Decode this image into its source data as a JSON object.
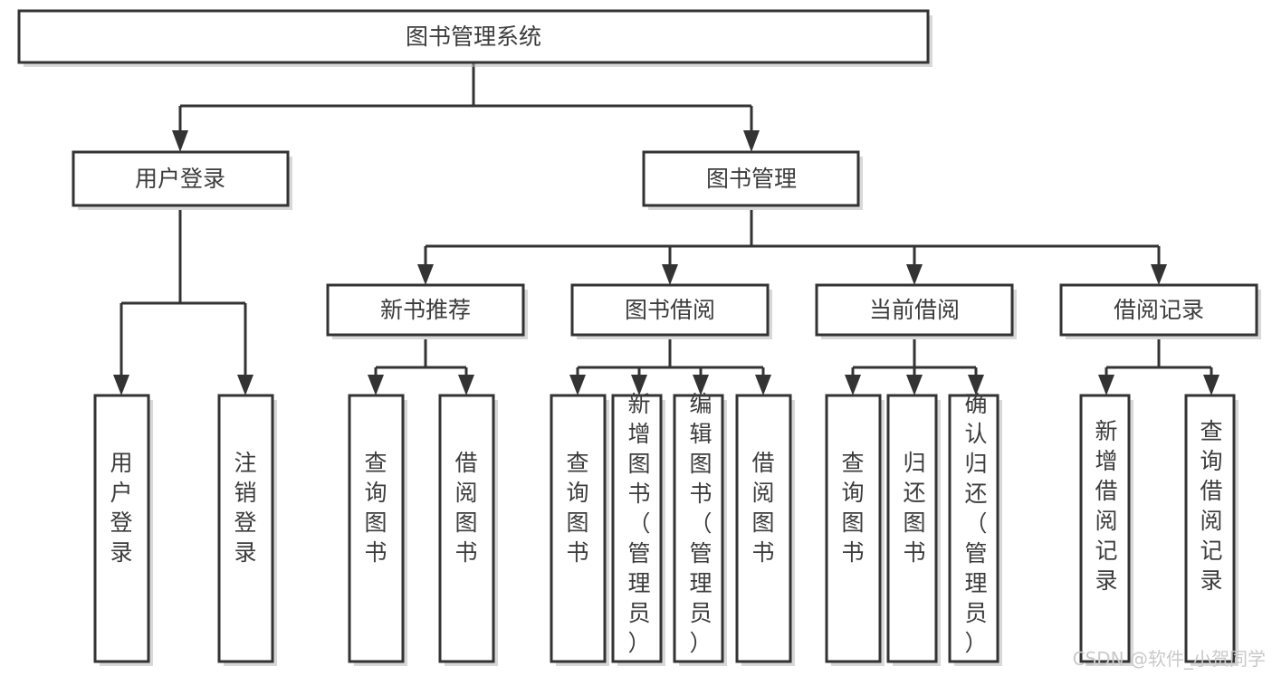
{
  "diagram": {
    "type": "tree-flowchart",
    "title_node": {
      "id": "root",
      "label": "图书管理系统"
    },
    "levels": [
      {
        "level": 1,
        "nodes": [
          {
            "id": "root",
            "label": "图书管理系统",
            "orientation": "horizontal"
          }
        ]
      },
      {
        "level": 2,
        "nodes": [
          {
            "id": "user-login",
            "label": "用户登录",
            "orientation": "horizontal",
            "parent": "root"
          },
          {
            "id": "book-manage",
            "label": "图书管理",
            "orientation": "horizontal",
            "parent": "root"
          }
        ]
      },
      {
        "level": 3,
        "nodes": [
          {
            "id": "new-book-rec",
            "label": "新书推荐",
            "orientation": "horizontal",
            "parent": "book-manage"
          },
          {
            "id": "book-borrow",
            "label": "图书借阅",
            "orientation": "horizontal",
            "parent": "book-manage"
          },
          {
            "id": "current-borrow",
            "label": "当前借阅",
            "orientation": "horizontal",
            "parent": "book-manage"
          },
          {
            "id": "borrow-record",
            "label": "借阅记录",
            "orientation": "horizontal",
            "parent": "book-manage"
          }
        ]
      },
      {
        "level": 4,
        "nodes": [
          {
            "id": "leaf-user-login",
            "label": "用户登录",
            "orientation": "vertical",
            "parent": "user-login"
          },
          {
            "id": "leaf-user-logout",
            "label": "注销登录",
            "orientation": "vertical",
            "parent": "user-login"
          },
          {
            "id": "leaf-query-book-1",
            "label": "查询图书",
            "orientation": "vertical",
            "parent": "new-book-rec"
          },
          {
            "id": "leaf-borrow-book-1",
            "label": "借阅图书",
            "orientation": "vertical",
            "parent": "new-book-rec"
          },
          {
            "id": "leaf-query-book-2",
            "label": "查询图书",
            "orientation": "vertical",
            "parent": "book-borrow"
          },
          {
            "id": "leaf-add-book",
            "label": "新增图书（管理员）",
            "orientation": "vertical",
            "parent": "book-borrow"
          },
          {
            "id": "leaf-edit-book",
            "label": "编辑图书（管理员）",
            "orientation": "vertical",
            "parent": "book-borrow"
          },
          {
            "id": "leaf-borrow-book-2",
            "label": "借阅图书",
            "orientation": "vertical",
            "parent": "book-borrow"
          },
          {
            "id": "leaf-query-book-3",
            "label": "查询图书",
            "orientation": "vertical",
            "parent": "current-borrow"
          },
          {
            "id": "leaf-return-book",
            "label": "归还图书",
            "orientation": "vertical",
            "parent": "current-borrow"
          },
          {
            "id": "leaf-confirm-return",
            "label": "确认归还（管理员）",
            "orientation": "vertical",
            "parent": "current-borrow"
          },
          {
            "id": "leaf-add-record",
            "label": "新增借阅记录",
            "orientation": "vertical",
            "parent": "borrow-record"
          },
          {
            "id": "leaf-query-record",
            "label": "查询借阅记录",
            "orientation": "vertical",
            "parent": "borrow-record"
          }
        ]
      }
    ],
    "colors": {
      "box_stroke": "#333333",
      "box_fill": "#ffffff",
      "text": "#3c3c3c",
      "connector": "#333333",
      "watermark": "#c9c9c9",
      "background": "#ffffff"
    }
  },
  "watermark": {
    "text": "CSDN @软件_小贺同学"
  }
}
